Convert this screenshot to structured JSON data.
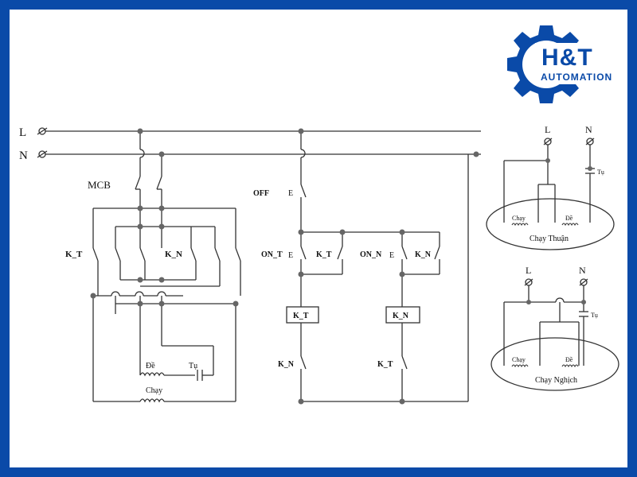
{
  "brand": {
    "name": "H&T",
    "tagline": "AUTOMATION",
    "colors": {
      "frame": "#0a4aa8",
      "logo_gear": "#0a4aa8"
    }
  },
  "supply": {
    "line": "L",
    "neutral": "N"
  },
  "power": {
    "breaker": "MCB",
    "contactor_forward": "K_T",
    "contactor_reverse": "K_N",
    "start_winding": "Đề",
    "capacitor": "Tụ",
    "run_winding": "Chạy"
  },
  "control": {
    "off_button": "OFF",
    "on_forward_button": "ON_T",
    "on_reverse_button": "ON_N",
    "hold_forward": "K_T",
    "hold_reverse": "K_N",
    "coil_forward": "K_T",
    "coil_reverse": "K_N",
    "interlock_forward": "K_N",
    "interlock_reverse": "K_T"
  },
  "forward_inset": {
    "l": "L",
    "n": "N",
    "cap": "Tụ",
    "run": "Chạy",
    "start": "Đề",
    "caption": "Chạy Thuận"
  },
  "reverse_inset": {
    "l": "L",
    "n": "N",
    "cap": "Tụ",
    "run": "Chạy",
    "start": "Đề",
    "caption": "Chạy Nghịch"
  }
}
